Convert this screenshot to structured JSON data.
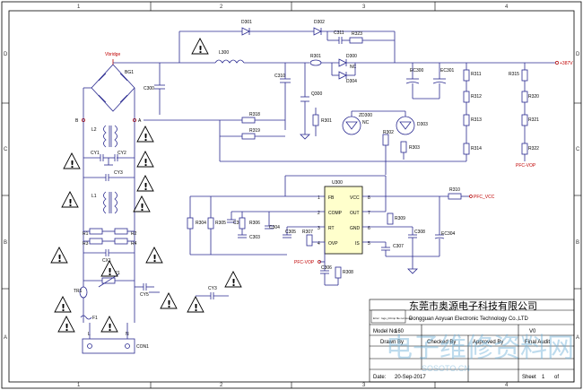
{
  "grid": {
    "cols": [
      "1",
      "2",
      "3",
      "4"
    ],
    "rows": [
      "D",
      "C",
      "B",
      "A"
    ]
  },
  "nets": {
    "vbridge": "Vbridge",
    "out_387v": "+387V",
    "pfc_vcc": "PFC_VCC",
    "pfc_vop": "PFC-VOP",
    "node_b": "B",
    "node_a": "A"
  },
  "parts": {
    "bg1": "BG1",
    "l300": "L300",
    "d301": "D301",
    "d302": "D302",
    "c311": "C311",
    "r323": "R323",
    "r301_top": "R301",
    "d300": "D300",
    "d304": "D304",
    "nc1": "NC",
    "nc2": "NC",
    "c300": "C300",
    "c310": "C310",
    "q300": "Q300",
    "r318": "R318",
    "r319": "R319",
    "r301": "R301",
    "zd300": "ZD300",
    "d303": "D303",
    "r302": "R302",
    "r303": "R303",
    "ec300": "EC300",
    "ec301": "EC301",
    "r311": "R311",
    "r312": "R312",
    "r313": "R313",
    "r314": "R314",
    "r315": "R315",
    "r320": "R320",
    "r321": "R321",
    "r322": "R322",
    "l2": "L2",
    "l1": "L1",
    "cy1": "CY1",
    "cy2": "CY2",
    "cy3": "CY3",
    "r1": "R1",
    "r2": "R2",
    "r3": "R3",
    "r4": "R4",
    "cx1": "CX1",
    "tr1": "TR1",
    "vr1": "VR1",
    "f1": "F1",
    "cy5": "CY5",
    "cy3b": "CY3",
    "l": "L",
    "n": "N",
    "con1": "CON1",
    "u300": "U300",
    "r310": "R310",
    "r309": "R309",
    "c308": "C308",
    "ec304": "EC304",
    "c307": "C307",
    "r304": "R304",
    "r305": "R305",
    "c302": "C302",
    "r306": "R306",
    "c303": "C303",
    "c304": "C304",
    "c305": "C305",
    "r307": "R307",
    "c306": "C306",
    "r308": "R308"
  },
  "ic_pins": {
    "left": [
      {
        "num": "1",
        "name": "FB"
      },
      {
        "num": "2",
        "name": "COMP"
      },
      {
        "num": "3",
        "name": "RT"
      },
      {
        "num": "4",
        "name": "OVP"
      }
    ],
    "right": [
      {
        "num": "8",
        "name": "VCC"
      },
      {
        "num": "7",
        "name": "OUT"
      },
      {
        "num": "6",
        "name": "GND"
      },
      {
        "num": "5",
        "name": "IS"
      }
    ]
  },
  "title_block": {
    "company_cn": "东莞市奥源电子科技有限公司",
    "company_en": "Dongguan Aoyuan Electronic Technology Co.,LTD",
    "logo_text": "Error : logo_ill.bmp file not found.",
    "model_label": "Model No.",
    "model_value": "160",
    "version": "V0",
    "drawn_by": "Drawn By",
    "checked_by": "Checked By",
    "approved_by": "Approved By",
    "final_audit": "Final Audit",
    "date_label": "Date:",
    "date_value": "20-Sep-2017",
    "sheet_label": "Sheet",
    "sheet_num": "1",
    "sheet_of": "of"
  },
  "watermark": {
    "text": "电子维修资料网",
    "sub": "SOSOTO.CN"
  }
}
